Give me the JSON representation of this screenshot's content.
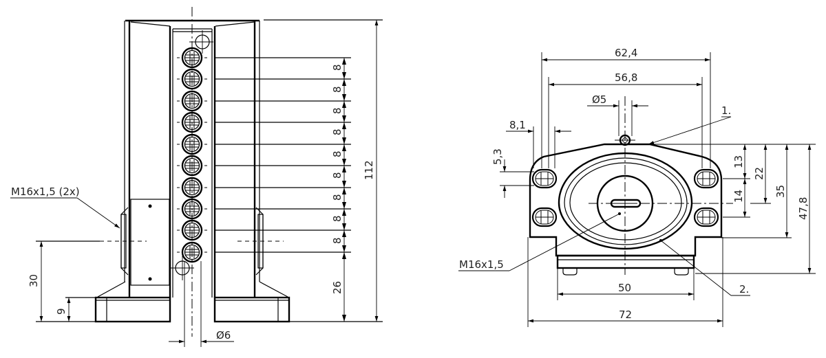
{
  "drawing": {
    "left_view": {
      "thread_label": "M16x1,5 (2x)",
      "pitch_dims": [
        "8",
        "8",
        "8",
        "8",
        "8",
        "8",
        "8",
        "8",
        "8"
      ],
      "bottom_to_first": "26",
      "overall_height": "112",
      "thread_height": "30",
      "base_height": "9",
      "pin_diameter": "Ø6",
      "contact_count": 10
    },
    "right_view": {
      "width_outer_top": "62,4",
      "width_inner_top": "56,8",
      "pin_diameter": "Ø5",
      "slot_width": "8,1",
      "slot_height": "5,3",
      "callout_1": "1.",
      "callout_2": "2.",
      "thread_label": "M16x1,5",
      "dim_13": "13",
      "dim_14": "14",
      "dim_22": "22",
      "dim_35": "35",
      "dim_47_8": "47,8",
      "dim_50": "50",
      "dim_72": "72"
    }
  }
}
